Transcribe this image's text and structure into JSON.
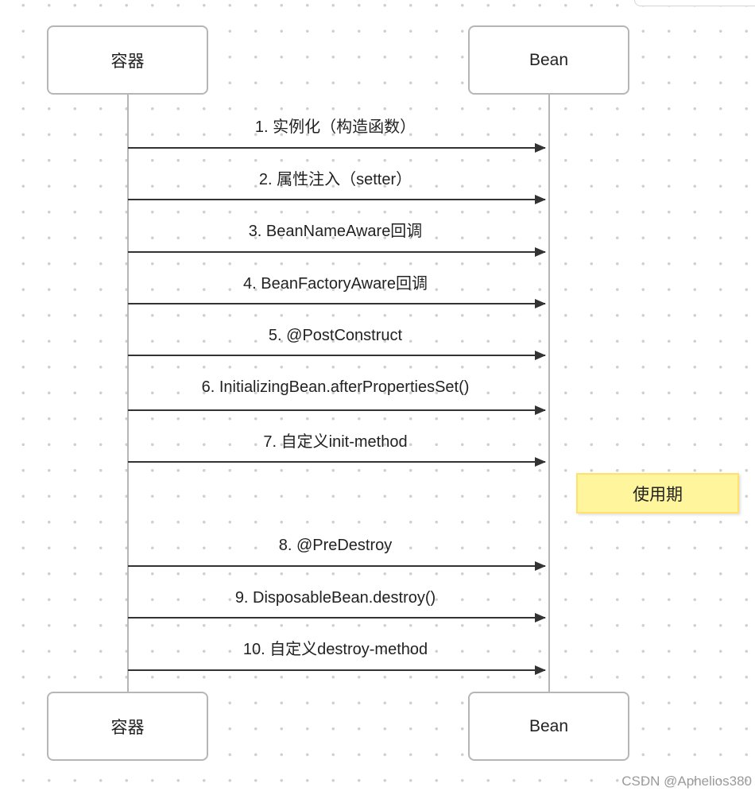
{
  "participants": {
    "container": "容器",
    "bean": "Bean"
  },
  "messages": [
    "1. 实例化（构造函数）",
    "2. 属性注入（setter）",
    "3. BeanNameAware回调",
    "4. BeanFactoryAware回调",
    "5. @PostConstruct",
    "6. InitializingBean.afterPropertiesSet()",
    "7. 自定义init-method",
    "8. @PreDestroy",
    "9. DisposableBean.destroy()",
    "10. 自定义destroy-method"
  ],
  "note": "使用期",
  "watermark": "CSDN @Aphelios380",
  "colors": {
    "lifeline": "#b6b6b6",
    "arrow": "#333333",
    "note_fill": "#fff59d",
    "note_border": "#ffe16b"
  }
}
